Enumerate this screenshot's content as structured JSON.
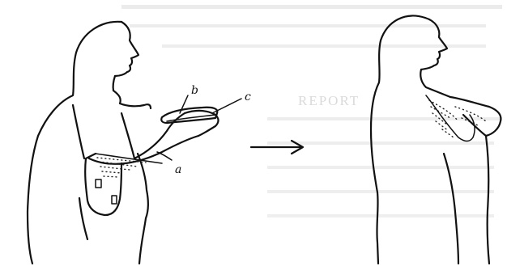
{
  "labels": {
    "a": "a",
    "b": "b",
    "c": "c"
  },
  "background_text": {
    "heading": "REPORT"
  },
  "colors": {
    "ink": "#111111",
    "background": "#ffffff",
    "bleed_through": "#c9c9c9"
  },
  "icons": {
    "transition": "right-arrow-icon"
  }
}
